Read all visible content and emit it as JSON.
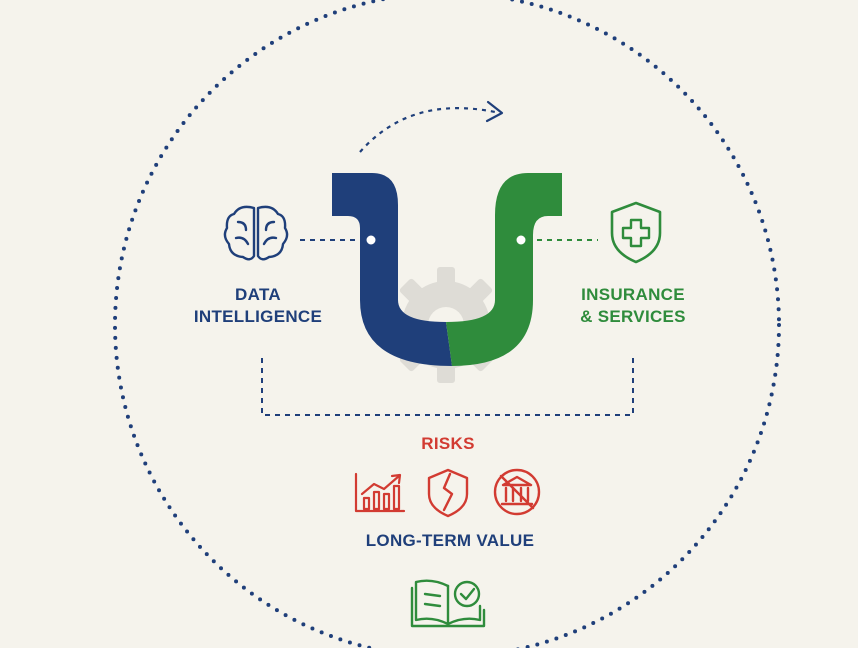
{
  "labels": {
    "data_intelligence": [
      "DATA",
      "INTELLIGENCE"
    ],
    "insurance_services": [
      "INSURANCE",
      "& SERVICES"
    ],
    "risks": "RISKS",
    "long_term_value": "LONG-TERM VALUE"
  },
  "colors": {
    "background": "#f5f3ec",
    "navy": "#1f3f7a",
    "green": "#2f8c3c",
    "red": "#d23b32",
    "gear": "#dedcd6"
  },
  "icons": {
    "data": "brain-icon",
    "insurance": "shield-plus-icon",
    "risks": [
      "chart-up-icon",
      "broken-shield-icon",
      "no-bank-icon"
    ],
    "value": "book-check-icon"
  }
}
